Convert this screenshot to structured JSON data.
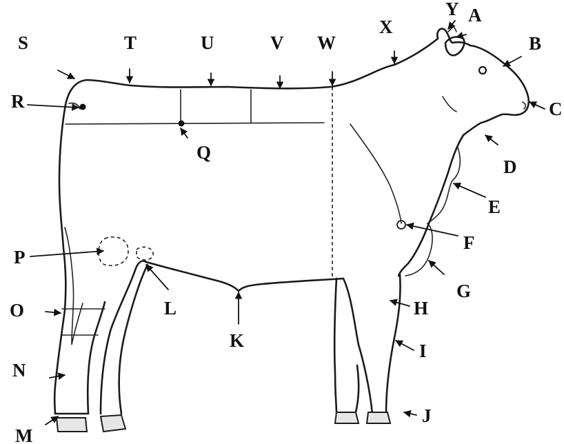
{
  "diagram": {
    "description_labels": [
      "A",
      "B",
      "C",
      "D",
      "E",
      "F",
      "G",
      "H",
      "I",
      "J",
      "K",
      "L",
      "M",
      "N",
      "O",
      "P",
      "Q",
      "R",
      "S",
      "T",
      "U",
      "V",
      "W",
      "X",
      "Y"
    ],
    "labels": {
      "A": "A",
      "B": "B",
      "C": "C",
      "D": "D",
      "E": "E",
      "F": "F",
      "G": "G",
      "H": "H",
      "I": "I",
      "J": "J",
      "K": "K",
      "L": "L",
      "M": "M",
      "N": "N",
      "O": "O",
      "P": "P",
      "Q": "Q",
      "R": "R",
      "S": "S",
      "T": "T",
      "U": "U",
      "V": "V",
      "W": "W",
      "X": "X",
      "Y": "Y"
    }
  }
}
